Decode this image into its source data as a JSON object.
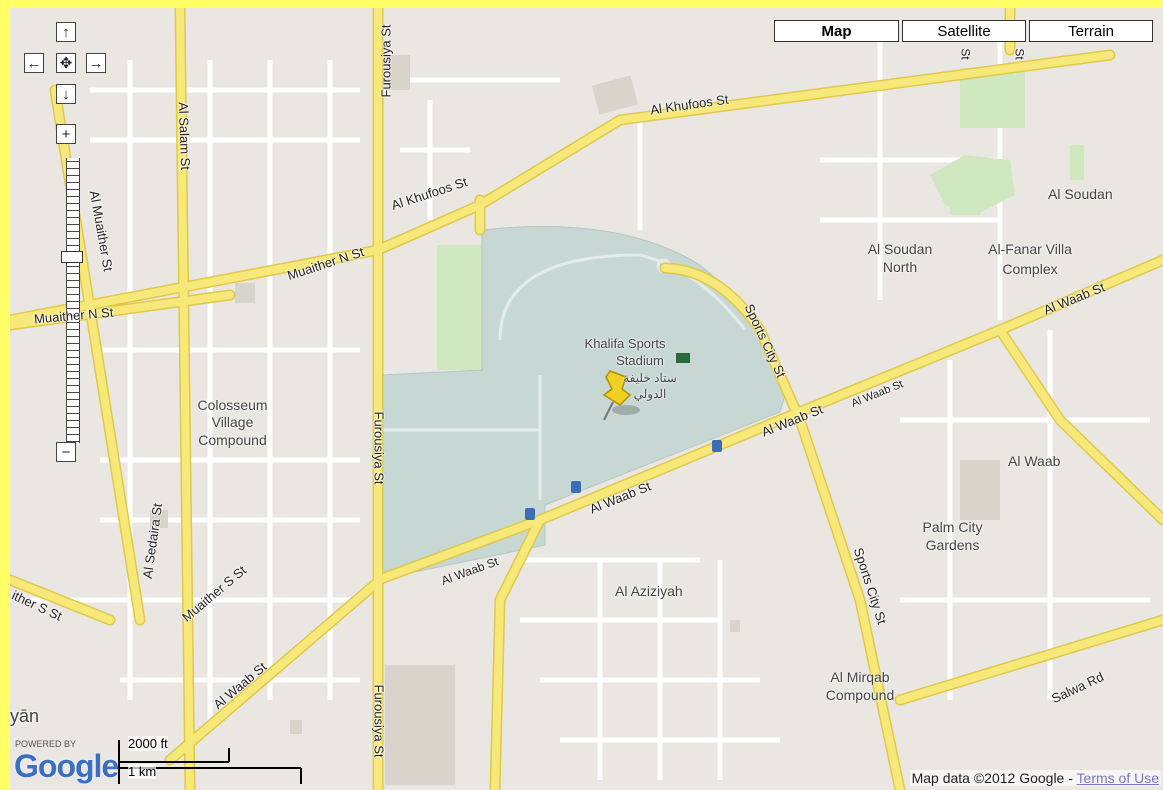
{
  "map_types": [
    "Map",
    "Satellite",
    "Terrain"
  ],
  "selected_map_type": "Map",
  "controls": {
    "pan_up": "↑",
    "pan_left": "←",
    "pan_center": "✥",
    "pan_right": "→",
    "pan_down": "↓",
    "zoom_in": "+",
    "zoom_out": "−"
  },
  "roads": {
    "al_khufoos_1": "Al Khufoos St",
    "al_khufoos_2": "Al Khufoos St",
    "al_salam": "Al Salam St",
    "al_muaither": "Al Muaither St",
    "muaither_n_1": "Muaither N St",
    "muaither_n_2": "Muaither N St",
    "furousiya_1": "Furousiya St",
    "furousiya_2": "Furousiya St",
    "furousiya_3": "Furousiya St",
    "sports_city_1": "Sports City St",
    "sports_city_2": "Sports City St",
    "al_waab_1": "Al Waab St",
    "al_waab_2": "Al Waab St",
    "al_waab_3": "Al Waab St",
    "al_waab_4": "Al Waab St",
    "al_waab_5": "Al Waab St",
    "al_waab_6": "Al Waab St",
    "al_sedaira": "Al Sedaira St",
    "muaither_s_1": "Muaither S St",
    "muaither_s_2": "ither S St",
    "salwa": "Salwa Rd",
    "top_cut_1": "St",
    "top_cut_2": "St"
  },
  "areas": {
    "al_soudan": "Al Soudan",
    "al_soudan_north_1": "Al Soudan",
    "al_soudan_north_2": "North",
    "al_fanar_1": "Al-Fanar Villa",
    "al_fanar_2": "Complex",
    "khalifa_1": "Khalifa Sports",
    "khalifa_2": "Stadium",
    "khalifa_ar_1": "ستاد خليفة",
    "khalifa_ar_2": "الدولي",
    "colosseum_1": "Colosseum",
    "colosseum_2": "Village",
    "colosseum_3": "Compound",
    "al_waab": "Al Waab",
    "palm_1": "Palm City",
    "palm_2": "Gardens",
    "al_aziziyah": "Al Aziziyah",
    "mirqab_1": "Al Mirqab",
    "mirqab_2": "Compound",
    "yan": "yān"
  },
  "logo": {
    "powered_by": "POWERED BY",
    "google": "Google"
  },
  "scale": {
    "imperial": "2000 ft",
    "metric": "1 km"
  },
  "copyright": {
    "text": "Map data ©2012 Google - ",
    "link": "Terms of Use"
  },
  "colors": {
    "road": "#f7e87a",
    "road_edge": "#e0c84a",
    "park": "#cfe8bf",
    "stadium": "#c7d7d3",
    "bg": "#eae7e2",
    "pin": "#f0d020"
  }
}
